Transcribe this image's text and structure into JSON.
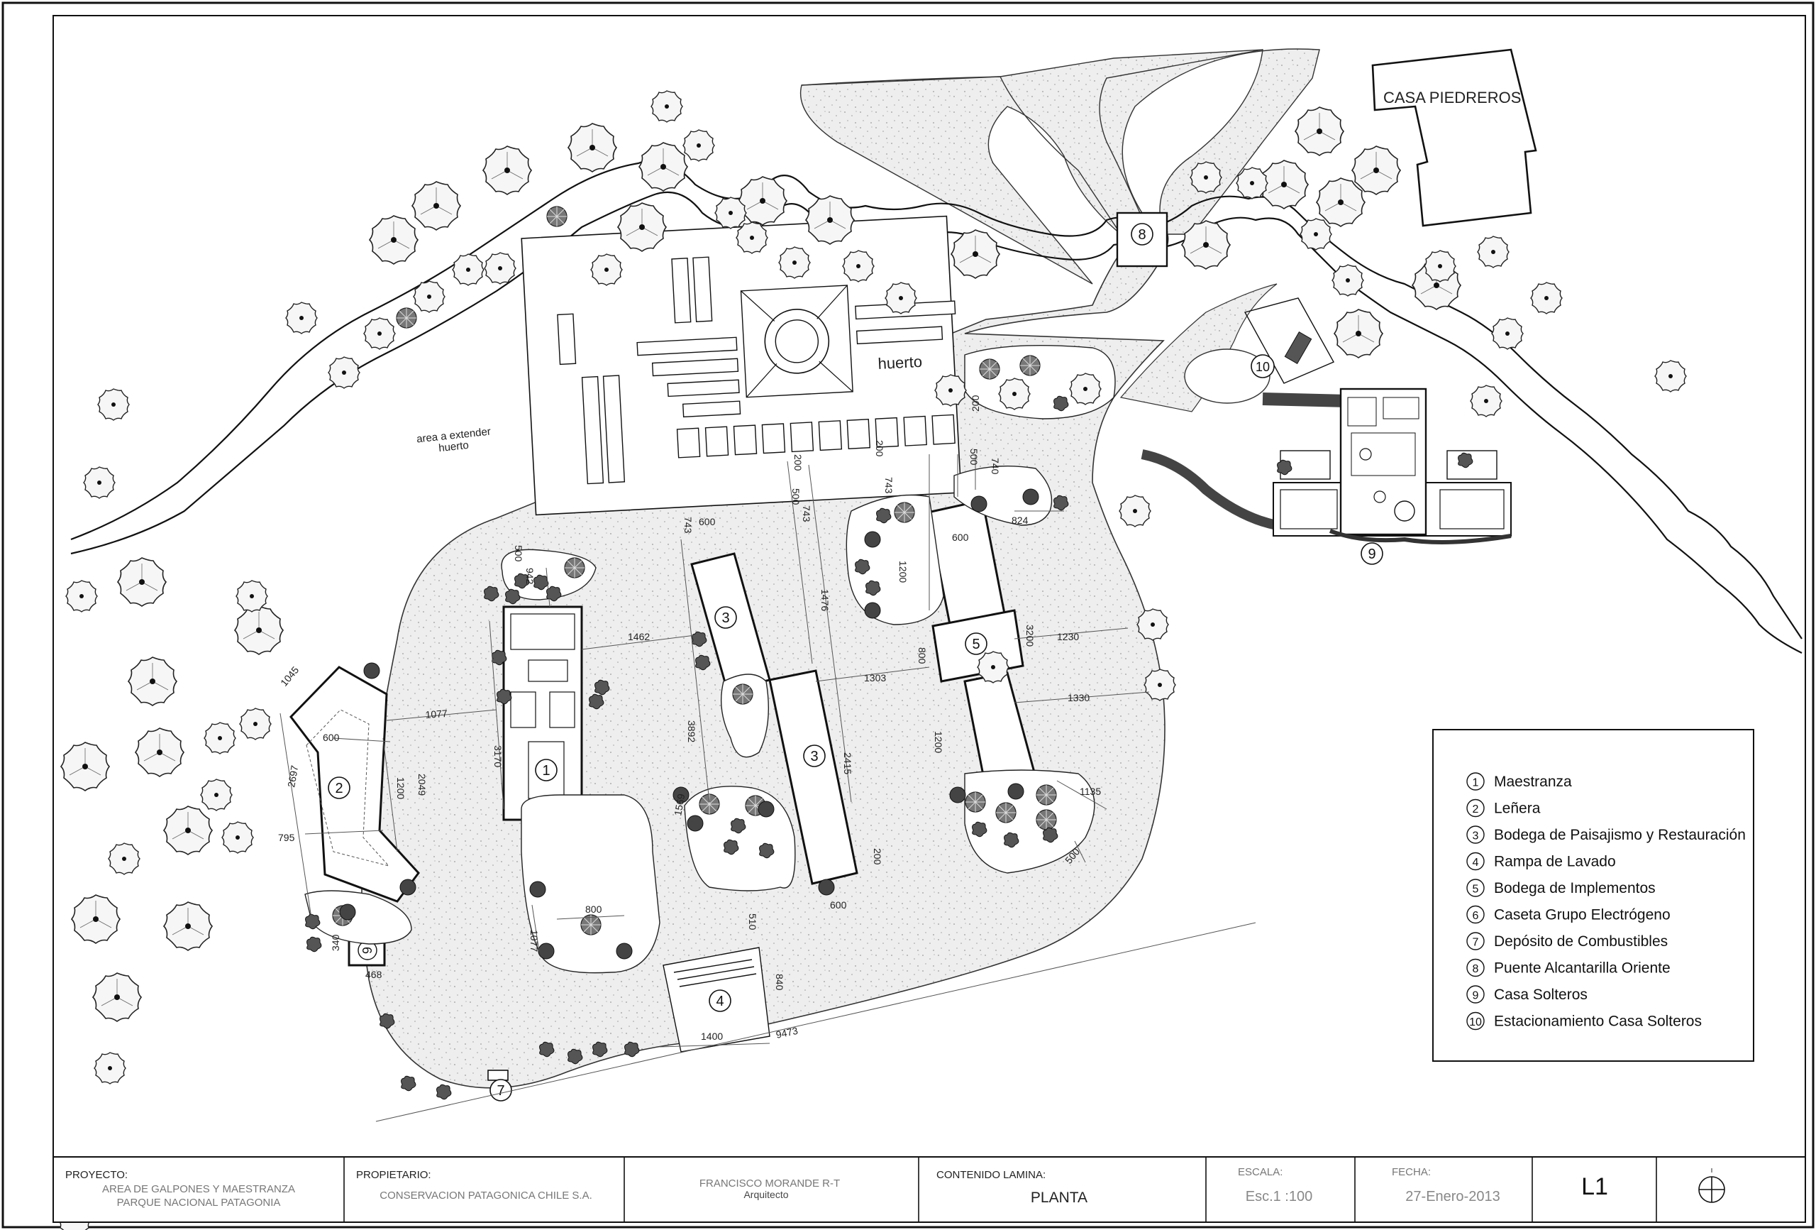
{
  "plan": {
    "casa_piedreros": "CASA PIEDREROS",
    "huerto": "huerto",
    "area_extender_1": "area a extender",
    "area_extender_2": "huerto",
    "building_numbers": {
      "b1": "1",
      "b2": "2",
      "b3a": "3",
      "b3b": "3",
      "b4": "4",
      "b5": "5",
      "b6": "6",
      "b7": "7",
      "b8": "8",
      "b9": "9",
      "b10": "10"
    },
    "dimensions": {
      "d_1077": "1077",
      "d_600_b2": "600",
      "d_1200_b2": "1200",
      "d_2049": "2049",
      "d_2697": "2697",
      "d_795": "795",
      "d_1045": "1045",
      "d_340": "340",
      "d_468": "468",
      "d_500_b1": "500",
      "d_942": "942",
      "d_1462": "1462",
      "d_3170": "3170",
      "d_800": "800",
      "d_1077b": "1077",
      "d_510": "510",
      "d_840": "840",
      "d_1400": "1400",
      "d_9473": "9473",
      "d_743_a": "743",
      "d_600_b3": "600",
      "d_1476": "1476",
      "d_3892": "3892",
      "d_2415": "2415",
      "d_1303": "1303",
      "d_1569": "1569",
      "d_200_b3": "200",
      "d_600_b3b": "600",
      "d_500_top": "500",
      "d_743_b": "743",
      "d_200_a": "200",
      "d_200_b": "200",
      "d_743_c": "743",
      "d_500_c": "500",
      "d_740": "740",
      "d_824": "824",
      "d_600_b5": "600",
      "d_1200_b5a": "1200",
      "d_800_b5": "800",
      "d_3200": "3200",
      "d_1230": "1230",
      "d_1330": "1330",
      "d_1200_b5b": "1200",
      "d_1135": "1135",
      "d_500_b5": "500"
    }
  },
  "legend": {
    "items": [
      {
        "num": "1",
        "label": "Maestranza"
      },
      {
        "num": "2",
        "label": "Leñera"
      },
      {
        "num": "3",
        "label": "Bodega de Paisajismo y Restauración"
      },
      {
        "num": "4",
        "label": "Rampa de Lavado"
      },
      {
        "num": "5",
        "label": "Bodega de Implementos"
      },
      {
        "num": "6",
        "label": "Caseta Grupo Electrógeno"
      },
      {
        "num": "7",
        "label": "Depósito de Combustibles"
      },
      {
        "num": "8",
        "label": "Puente Alcantarilla Oriente"
      },
      {
        "num": "9",
        "label": "Casa Solteros"
      },
      {
        "num": "10",
        "label": "Estacionamiento Casa Solteros"
      }
    ]
  },
  "title_block": {
    "proyecto_label": "PROYECTO:",
    "proyecto_line1": "AREA DE GALPONES Y MAESTRANZA",
    "proyecto_line2": "PARQUE NACIONAL PATAGONIA",
    "propietario_label": "PROPIETARIO:",
    "propietario_value": "CONSERVACION PATAGONICA CHILE S.A.",
    "arquitecto_name": "FRANCISCO MORANDE R-T",
    "arquitecto_role": "Arquitecto",
    "contenido_label": "CONTENIDO LAMINA:",
    "contenido_value": "PLANTA",
    "escala_label": "ESCALA:",
    "escala_value": "Esc.1 :100",
    "fecha_label": "FECHA:",
    "fecha_value": "27-Enero-2013",
    "lamina": "L1"
  },
  "colors": {
    "line": "#1a1a1a",
    "gravel": "#ececec",
    "tree_fill": "#f4f4f4",
    "dark_road": "#444444",
    "faded_text": "#888888"
  }
}
